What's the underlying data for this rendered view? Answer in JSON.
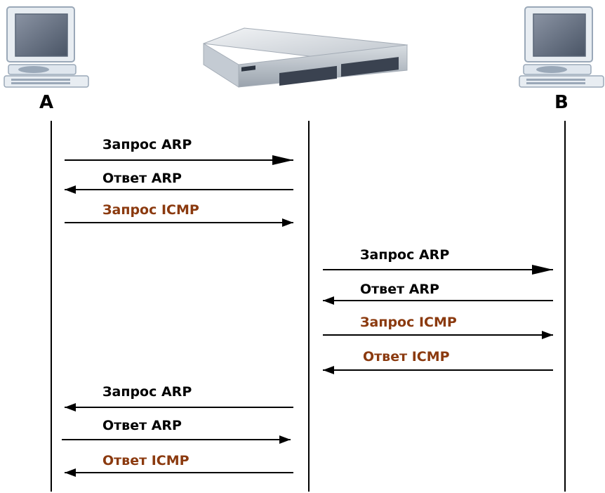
{
  "nodes": {
    "a": {
      "label": "A"
    },
    "b": {
      "label": "B"
    }
  },
  "colors": {
    "arp": "#000000",
    "icmp": "#8B3A0F",
    "line": "#000000"
  },
  "messages": [
    {
      "text": "Запрос ARP",
      "kind": "arp",
      "from": "A",
      "to": "switch"
    },
    {
      "text": "Ответ ARP",
      "kind": "arp",
      "from": "switch",
      "to": "A"
    },
    {
      "text": "Запрос ICMP",
      "kind": "icmp",
      "from": "A",
      "to": "switch"
    },
    {
      "text": "Запрос ARP",
      "kind": "arp",
      "from": "switch",
      "to": "B"
    },
    {
      "text": "Ответ ARP",
      "kind": "arp",
      "from": "B",
      "to": "switch"
    },
    {
      "text": "Запрос ICMP",
      "kind": "icmp",
      "from": "switch",
      "to": "B"
    },
    {
      "text": "Ответ ICMP",
      "kind": "icmp",
      "from": "B",
      "to": "switch"
    },
    {
      "text": "Запрос ARP",
      "kind": "arp",
      "from": "switch",
      "to": "A"
    },
    {
      "text": "Ответ ARP",
      "kind": "arp",
      "from": "A",
      "to": "switch"
    },
    {
      "text": "Ответ ICMP",
      "kind": "icmp",
      "from": "switch",
      "to": "A"
    }
  ]
}
